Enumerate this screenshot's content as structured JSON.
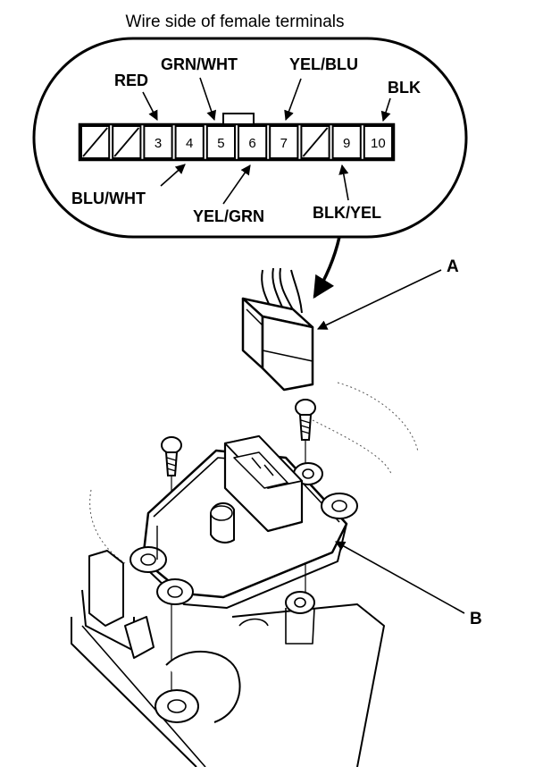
{
  "diagram": {
    "title": "Wire side of female terminals",
    "terminals": [
      {
        "number": "",
        "blank": true
      },
      {
        "number": "",
        "blank": true
      },
      {
        "number": "3",
        "blank": false
      },
      {
        "number": "4",
        "blank": false
      },
      {
        "number": "5",
        "blank": false
      },
      {
        "number": "6",
        "blank": false
      },
      {
        "number": "7",
        "blank": false
      },
      {
        "number": "",
        "blank": true
      },
      {
        "number": "9",
        "blank": false
      },
      {
        "number": "10",
        "blank": false
      }
    ],
    "wire_labels": {
      "red": "RED",
      "grn_wht": "GRN/WHT",
      "yel_blu": "YEL/BLU",
      "blk": "BLK",
      "blu_wht": "BLU/WHT",
      "yel_grn": "YEL/GRN",
      "blk_yel": "BLK/YEL"
    },
    "callouts": {
      "a": "A",
      "b": "B"
    }
  }
}
